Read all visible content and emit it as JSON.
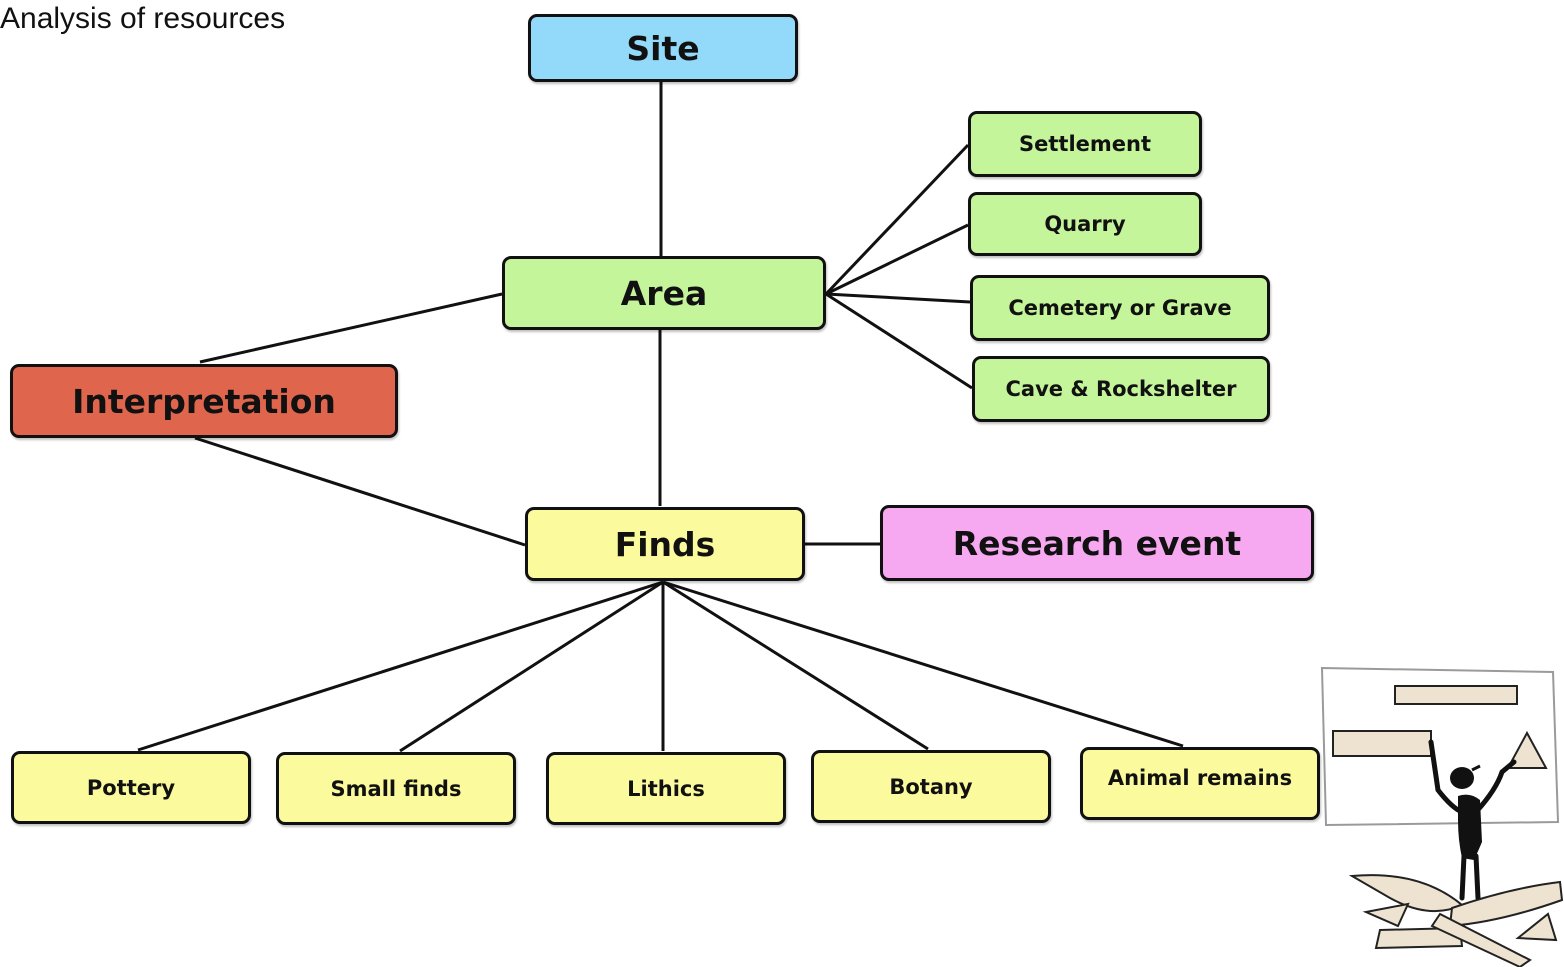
{
  "caption": "Analysis of resources",
  "colors": {
    "site": "#92d9fa",
    "area": "#c5f59b",
    "finds": "#fbfa9c",
    "interpretation": "#e0654d",
    "research_event": "#f6a8f1",
    "line": "#111111"
  },
  "nodes": {
    "site": "Site",
    "area": "Area",
    "interpretation": "Interpretation",
    "finds": "Finds",
    "research_event": "Research event",
    "area_types": [
      "Settlement",
      "Quarry",
      "Cemetery or Grave",
      "Cave & Rockshelter"
    ],
    "find_types": [
      "Pottery",
      "Small finds",
      "Lithics",
      "Botany",
      "Animal remains"
    ]
  },
  "illustration": "stick-figure-building-diagram"
}
